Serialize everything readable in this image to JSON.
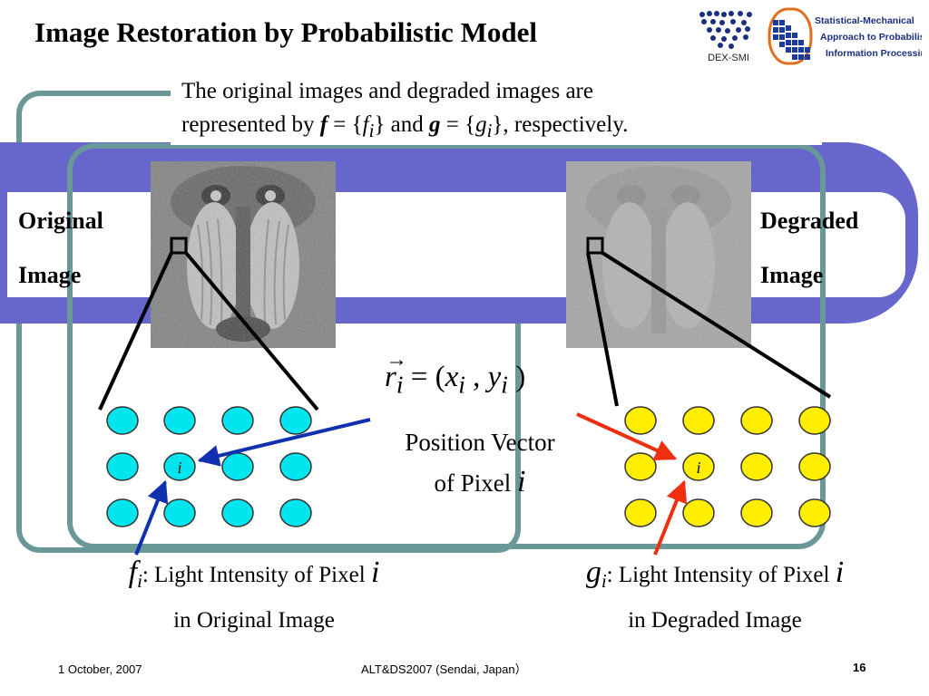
{
  "title": "Image Restoration by Probabilistic Model",
  "caption": {
    "line1": "The original images and degraded images are",
    "line2_prefix": "represented by ",
    "f_bold": "f",
    "eq": " = {",
    "f_sub_base": "f",
    "sub_i": "i",
    "close_and": "} and ",
    "g_bold": "g",
    "eq2": " = {",
    "g_sub_base": "g",
    "close_resp": "}, respectively."
  },
  "labels": {
    "original_line1": "Original",
    "original_line2": "Image",
    "degraded_line1": "Degraded",
    "degraded_line2": "Image"
  },
  "formula": {
    "r": "r",
    "sub": "i",
    "eq": " = (",
    "x": "x",
    "comma": " , ",
    "y": "y",
    "close": " )"
  },
  "position_vector": {
    "line1": "Position Vector",
    "line2": "of Pixel ",
    "i": "i"
  },
  "pixel_label_left": "i",
  "pixel_label_right": "i",
  "f_desc": {
    "sym": "f",
    "sub": "i",
    "text1": ": Light Intensity of Pixel ",
    "i": "i",
    "line2": "in Original Image"
  },
  "g_desc": {
    "sym": "g",
    "sub": "i",
    "text1": ": Light Intensity of Pixel ",
    "i": "i",
    "line2": "in Degraded Image"
  },
  "logos": {
    "dex": "DEX-SMI",
    "smapip_l1": "Statistical-Mechanical",
    "smapip_l2": "Approach to Probabilistic",
    "smapip_l3": "Information Processing"
  },
  "footer": {
    "date": "1 October, 2007",
    "conference": "ALT&DS2007 (Sendai, Japan）",
    "page": "16"
  },
  "colors": {
    "frame": "#6a9898",
    "band": "#6666cc",
    "original_pixel": "#00e5ee",
    "degraded_pixel": "#ffee00",
    "blue_arrow": "#1030b0",
    "red_arrow": "#ee3010"
  }
}
